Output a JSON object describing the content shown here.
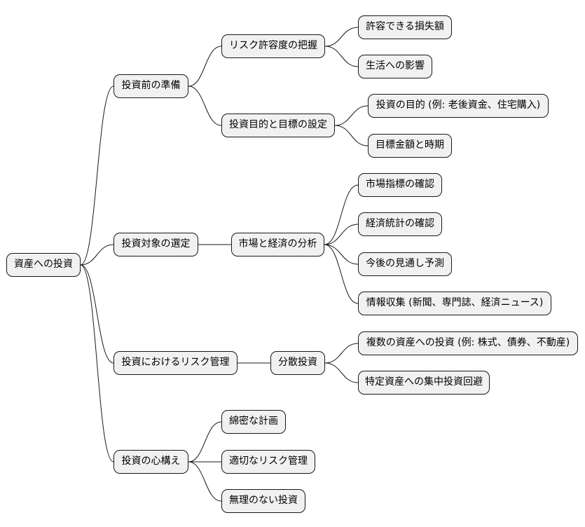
{
  "mindmap": {
    "root": {
      "label": "資産への投資"
    },
    "branches": [
      {
        "label": "投資前の準備",
        "children": [
          {
            "label": "リスク許容度の把握",
            "children": [
              {
                "label": "許容できる損失額"
              },
              {
                "label": "生活への影響"
              }
            ]
          },
          {
            "label": "投資目的と目標の設定",
            "children": [
              {
                "label": "投資の目的 (例: 老後資金、住宅購入)"
              },
              {
                "label": "目標金額と時期"
              }
            ]
          }
        ]
      },
      {
        "label": "投資対象の選定",
        "children": [
          {
            "label": "市場と経済の分析",
            "children": [
              {
                "label": "市場指標の確認"
              },
              {
                "label": "経済統計の確認"
              },
              {
                "label": "今後の見通し予測"
              },
              {
                "label": "情報収集 (新聞、専門誌、経済ニュース)"
              }
            ]
          }
        ]
      },
      {
        "label": "投資におけるリスク管理",
        "children": [
          {
            "label": "分散投資",
            "children": [
              {
                "label": "複数の資産への投資 (例: 株式、債券、不動産)"
              },
              {
                "label": "特定資産への集中投資回避"
              }
            ]
          }
        ]
      },
      {
        "label": "投資の心構え",
        "children": [
          {
            "label": "綿密な計画"
          },
          {
            "label": "適切なリスク管理"
          },
          {
            "label": "無理のない投資"
          }
        ]
      }
    ]
  }
}
